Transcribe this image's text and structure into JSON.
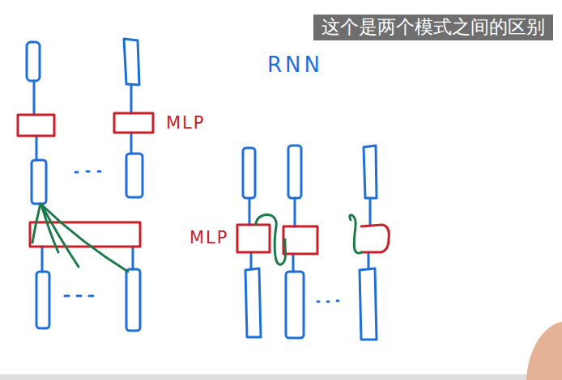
{
  "diagram": {
    "caption": "这个是两个模式之间的区别",
    "labels": [
      "RNN",
      "MLP",
      "MLP"
    ]
  }
}
